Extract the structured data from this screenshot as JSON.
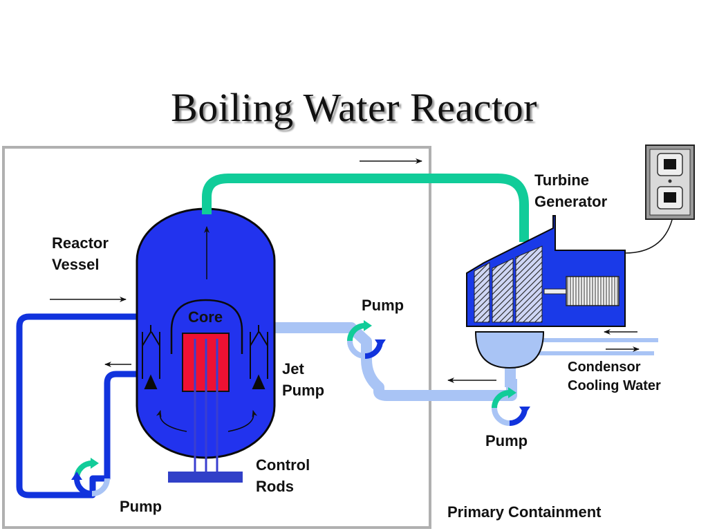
{
  "title": "Boiling Water Reactor",
  "labels": {
    "reactor_vessel": [
      "Reactor",
      "Vessel"
    ],
    "core": "Core",
    "jet_pump": [
      "Jet",
      "Pump"
    ],
    "control_rods": [
      "Control",
      "Rods"
    ],
    "turbine_generator": [
      "Turbine",
      "Generator"
    ],
    "condensor_cooling_water": [
      "Condensor",
      "Cooling Water"
    ],
    "pump_recirc": "Pump",
    "pump_feed": "Pump",
    "pump_condensate": "Pump",
    "primary_containment": "Primary Containment"
  },
  "colors": {
    "vessel_blue": "#2233ee",
    "steam_green": "#11cc99",
    "feedwater_light_blue": "#a9c4f5",
    "recirc_blue": "#1133dd",
    "core_red": "#ee1133",
    "containment_gray": "#b0b0b0",
    "turbine_blue": "#1a3ae8"
  },
  "icons": {
    "pump": "pump-icon",
    "outlet": "power-outlet-icon",
    "flow_arrow": "flow-arrow-icon"
  }
}
